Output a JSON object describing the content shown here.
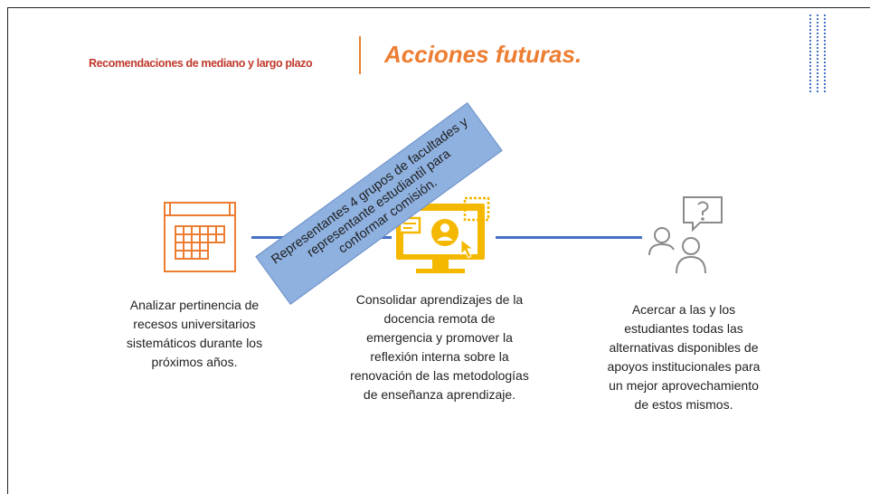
{
  "header": {
    "subtitle": "Recomendaciones de mediano y largo plazo",
    "title": "Acciones futuras."
  },
  "banner": {
    "text": "Representantes 4 grupos de facultades y\nrepresentante estudiantil para\nconformar comisión."
  },
  "steps": [
    {
      "icon": "calendar-icon",
      "caption": "Analizar pertinencia de\nrecesos universitarios\nsistemáticos durante los\npróximos años."
    },
    {
      "icon": "monitor-user-icon",
      "caption": "Consolidar aprendizajes de la\ndocencia remota de\nemergencia y promover la\nreflexión interna sobre la\nrenovación de las metodologías\nde enseñanza aprendizaje."
    },
    {
      "icon": "people-question-icon",
      "caption": "Acercar a las y los\nestudiantes todas las\nalternativas disponibles de\napoyos institucionales para\nun mejor aprovechamiento\nde estos mismos."
    }
  ],
  "colors": {
    "accent": "#ed7d31",
    "subtitle": "#c0392b",
    "connector": "#4472c4",
    "banner": "#8fb1e0",
    "monitor": "#f5b800",
    "people_icon": "#8a8a8a",
    "dot_grid": "#4472c4"
  }
}
